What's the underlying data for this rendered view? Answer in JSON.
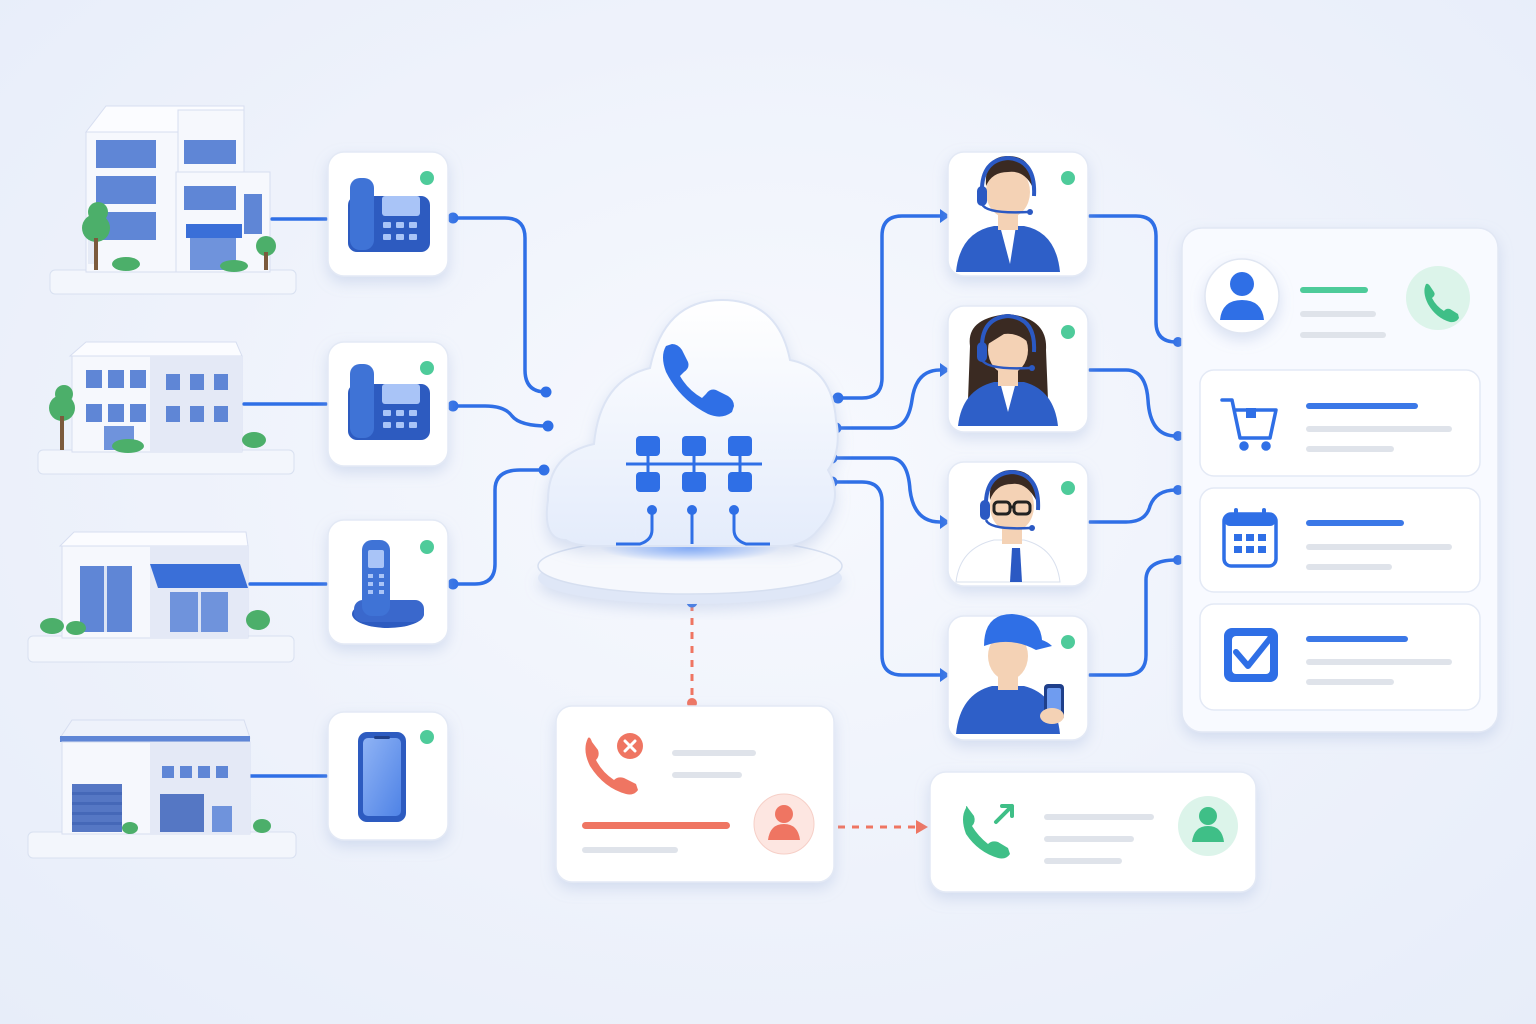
{
  "diagram": {
    "nodes": {
      "buildings": [
        {
          "id": "office-tower",
          "icon": "office-building-icon"
        },
        {
          "id": "office-midrise",
          "icon": "office-building-icon"
        },
        {
          "id": "retail-store",
          "icon": "store-building-icon"
        },
        {
          "id": "warehouse",
          "icon": "warehouse-building-icon"
        }
      ],
      "devices": [
        {
          "id": "desk-phone-1",
          "icon": "desk-phone-icon",
          "online": true
        },
        {
          "id": "desk-phone-2",
          "icon": "desk-phone-icon",
          "online": true
        },
        {
          "id": "cordless-phone",
          "icon": "cordless-phone-icon",
          "online": true
        },
        {
          "id": "mobile-phone",
          "icon": "smartphone-icon",
          "online": true
        }
      ],
      "hub": {
        "id": "cloud-pbx",
        "icon": "cloud-phone-icon"
      },
      "agents": [
        {
          "id": "agent-male-headset",
          "icon": "agent-headset-icon",
          "online": true
        },
        {
          "id": "agent-female-headset",
          "icon": "agent-headset-icon",
          "online": true
        },
        {
          "id": "agent-glasses-headset",
          "icon": "agent-headset-icon",
          "online": true
        },
        {
          "id": "field-agent",
          "icon": "field-agent-mobile-icon",
          "online": true
        }
      ],
      "destinations": [
        {
          "id": "contact-call",
          "icons": [
            "user-icon",
            "phone-icon"
          ]
        },
        {
          "id": "orders",
          "icons": [
            "shopping-cart-icon"
          ]
        },
        {
          "id": "calendar",
          "icons": [
            "calendar-icon"
          ]
        },
        {
          "id": "tasks",
          "icons": [
            "checkbox-icon"
          ]
        }
      ],
      "missed_call": {
        "icons": [
          "missed-call-icon",
          "user-icon"
        ]
      },
      "callback": {
        "icons": [
          "callback-icon",
          "user-icon"
        ]
      }
    },
    "edges": [
      {
        "from": "office-tower",
        "to": "desk-phone-1"
      },
      {
        "from": "office-midrise",
        "to": "desk-phone-2"
      },
      {
        "from": "retail-store",
        "to": "cordless-phone"
      },
      {
        "from": "warehouse",
        "to": "mobile-phone"
      },
      {
        "from": "desk-phone-1",
        "to": "cloud-pbx"
      },
      {
        "from": "desk-phone-2",
        "to": "cloud-pbx"
      },
      {
        "from": "cordless-phone",
        "to": "cloud-pbx"
      },
      {
        "from": "cloud-pbx",
        "to": "agent-male-headset"
      },
      {
        "from": "cloud-pbx",
        "to": "agent-female-headset"
      },
      {
        "from": "cloud-pbx",
        "to": "agent-glasses-headset"
      },
      {
        "from": "cloud-pbx",
        "to": "field-agent"
      },
      {
        "from": "agent-male-headset",
        "to": "contact-call"
      },
      {
        "from": "agent-female-headset",
        "to": "orders"
      },
      {
        "from": "agent-glasses-headset",
        "to": "calendar"
      },
      {
        "from": "field-agent",
        "to": "tasks"
      },
      {
        "from": "cloud-pbx",
        "to": "missed-call",
        "style": "dashed"
      },
      {
        "from": "missed-call",
        "to": "callback",
        "style": "dashed"
      }
    ],
    "colors": {
      "connector": "#2f6fe6",
      "status_online": "#4ecb9a",
      "missed": "#ef7562",
      "callback": "#3fbf87",
      "accent": "#3b78e7"
    }
  }
}
